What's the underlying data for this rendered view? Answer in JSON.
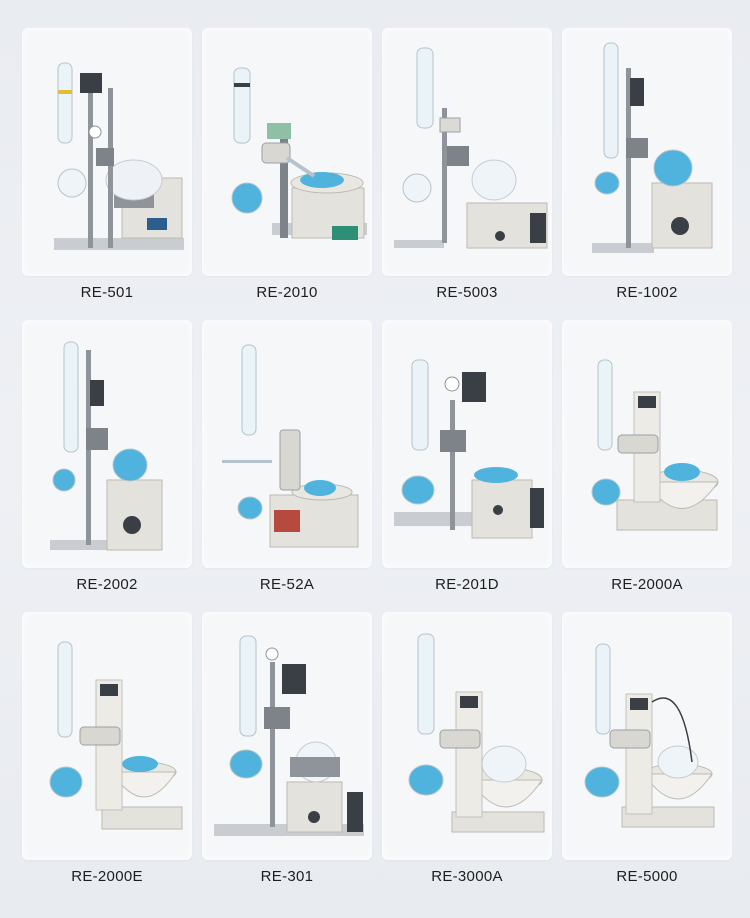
{
  "products": [
    {
      "model": "RE-501"
    },
    {
      "model": "RE-2010"
    },
    {
      "model": "RE-5003"
    },
    {
      "model": "RE-1002"
    },
    {
      "model": "RE-2002"
    },
    {
      "model": "RE-52A"
    },
    {
      "model": "RE-201D"
    },
    {
      "model": "RE-2000A"
    },
    {
      "model": "RE-2000E"
    },
    {
      "model": "RE-301"
    },
    {
      "model": "RE-3000A"
    },
    {
      "model": "RE-5000"
    }
  ],
  "colors": {
    "liquid": "#4fb3dd",
    "body": "#e4e2dc",
    "metal": "#9aa1a8",
    "panel": "#3a3f46",
    "background": "#eceef2"
  },
  "icons": [
    "rotary-evaporator-illustration"
  ]
}
